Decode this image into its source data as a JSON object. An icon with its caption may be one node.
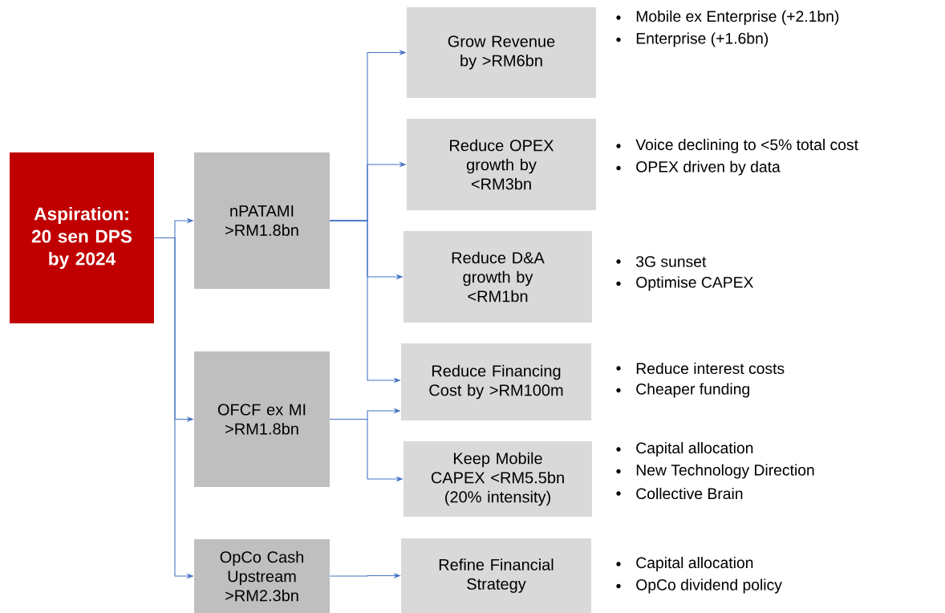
{
  "diagram": {
    "nodes": [
      {
        "text": [
          "Aspiration: 20 sen DPS by 2024"
        ]
      },
      {
        "text": [
          "nPATAMI >RM1.8bn"
        ]
      },
      {
        "text": [
          "OFCF ex MI >RM1.8bn"
        ]
      },
      {
        "text": [
          "OpCo Cash Upstream >RM2.3bn"
        ]
      },
      {
        "text": [
          "Grow Revenue by >RM6bn"
        ],
        "beside": [
          "Mobile ex Enterprise (+2.1bn)",
          "Enterprise (+1.6bn)"
        ]
      },
      {
        "text": [
          "Reduce OPEX growth by <RM3bn"
        ],
        "beside": [
          "Voice declining to <5% total cost",
          "OPEX driven by data"
        ]
      },
      {
        "text": [
          "Reduce D&A growth by <RM1bn"
        ],
        "beside": [
          "3G sunset",
          "Optimise CAPEX"
        ]
      },
      {
        "text": [
          "Reduce Financing Cost by >RM100m"
        ],
        "beside": [
          "Reduce interest costs",
          "Cheaper funding"
        ]
      },
      {
        "text": [
          "Keep Mobile CAPEX <RM5.5bn (20% intensity)"
        ],
        "beside": [
          "Capital allocation",
          "New Technology Direction",
          "Collective Brain"
        ]
      },
      {
        "text": [
          "Refine Financial Strategy"
        ],
        "beside": [
          "Capital allocation",
          "OpCo dividend policy"
        ]
      }
    ],
    "edges": [
      {
        "from": 0,
        "to": 1,
        "arrow": "to"
      },
      {
        "from": 0,
        "to": 2,
        "arrow": "to"
      },
      {
        "from": 0,
        "to": 3,
        "arrow": "to"
      },
      {
        "from": 1,
        "to": 4,
        "arrow": "to"
      },
      {
        "from": 1,
        "to": 5,
        "arrow": "to"
      },
      {
        "from": 1,
        "to": 6,
        "arrow": "to"
      },
      {
        "from": 1,
        "to": 7,
        "arrow": "to"
      },
      {
        "from": 2,
        "to": 7,
        "arrow": "to"
      },
      {
        "from": 2,
        "to": 8,
        "arrow": "to"
      },
      {
        "from": 3,
        "to": 9,
        "arrow": "to"
      }
    ]
  }
}
